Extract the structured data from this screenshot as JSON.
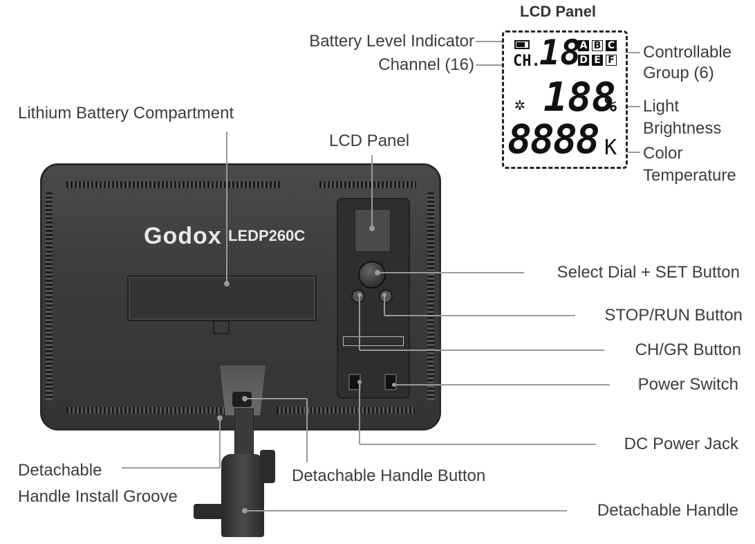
{
  "title": "LCD Panel",
  "lcd": {
    "channel_prefix": "CH.",
    "channel_value": "18",
    "groups_top": [
      "A",
      "B",
      "C"
    ],
    "groups_bottom": [
      "D",
      "E",
      "F"
    ],
    "brightness": "188",
    "percent": "%",
    "temperature": "8888",
    "kelvin": "K",
    "sun_glyph": "✲"
  },
  "device": {
    "brand": "Godox",
    "model": "LEDP260C"
  },
  "labels": {
    "battery_level": "Battery Level Indicator",
    "channel": "Channel (16)",
    "controllable_group_1": "Controllable",
    "controllable_group_2": "Group (6)",
    "light_brightness_1": "Light",
    "light_brightness_2": "Brightness",
    "color_temp_1": "Color",
    "color_temp_2": "Temperature",
    "lithium_battery": "Lithium Battery Compartment",
    "lcd_panel": "LCD Panel",
    "select_dial": "Select Dial + SET Button",
    "stop_run": "STOP/RUN Button",
    "ch_gr": "CH/GR Button",
    "power_switch": "Power Switch",
    "dc_power": "DC Power Jack",
    "detachable_groove_1": "Detachable",
    "detachable_groove_2": "Handle Install Groove",
    "handle_button": "Detachable Handle Button",
    "detachable_handle": "Detachable Handle"
  },
  "colors": {
    "line": "#9a9a9a",
    "panel": "#3d3d3d",
    "text": "#3c3c3c"
  }
}
